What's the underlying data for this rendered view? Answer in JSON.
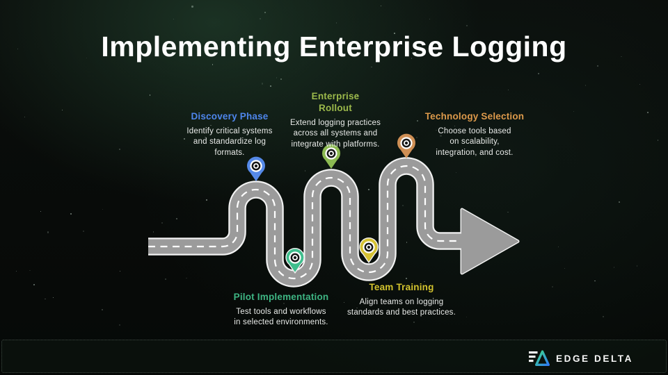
{
  "slide": {
    "title": "Implementing Enterprise Logging"
  },
  "phases": [
    {
      "label": "Discovery Phase",
      "description": "Identify critical systems\nand standardize log\nformats.",
      "accent_color": "#4e86ec",
      "pin_color": "#5589e8"
    },
    {
      "label": "Enterprise\nRollout",
      "description": "Extend logging practices\nacross all systems and\nintegrate with platforms.",
      "accent_color": "#9cb94b",
      "pin_color": "#8cba52"
    },
    {
      "label": "Technology Selection",
      "description": "Choose tools based\non scalability,\nintegration, and cost.",
      "accent_color": "#dd9a4b",
      "pin_color": "#cf8f55"
    },
    {
      "label": "Pilot Implementation",
      "description": "Test tools and workflows\nin selected environments.",
      "accent_color": "#3eb583",
      "pin_color": "#3fbe8d"
    },
    {
      "label": "Team Training",
      "description": "Align teams on logging\nstandards and best practices.",
      "accent_color": "#d3c32e",
      "pin_color": "#d6c233"
    }
  ],
  "road": {
    "surface_color": "#9b9b9b",
    "casing_color": "#f2f2f2",
    "marking_color": "#ffffff"
  },
  "footer": {
    "brand": "EDGE DELTA",
    "logo_green": "#3ddc84",
    "logo_blue": "#2f7cf6"
  }
}
